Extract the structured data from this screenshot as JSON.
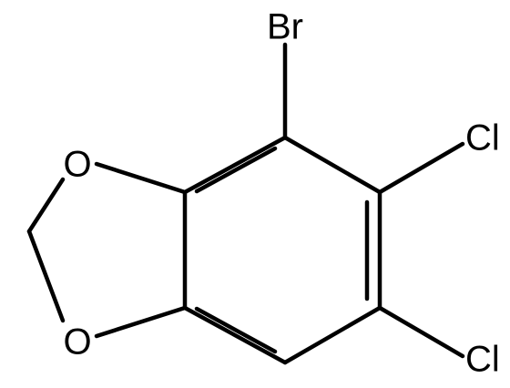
{
  "molecule": {
    "atoms": {
      "br": "Br",
      "cl_top": "Cl",
      "cl_bottom": "Cl",
      "o_top": "O",
      "o_bottom": "O"
    },
    "colors": {
      "bond": "#000000",
      "text": "#000000",
      "background": "#ffffff"
    }
  }
}
